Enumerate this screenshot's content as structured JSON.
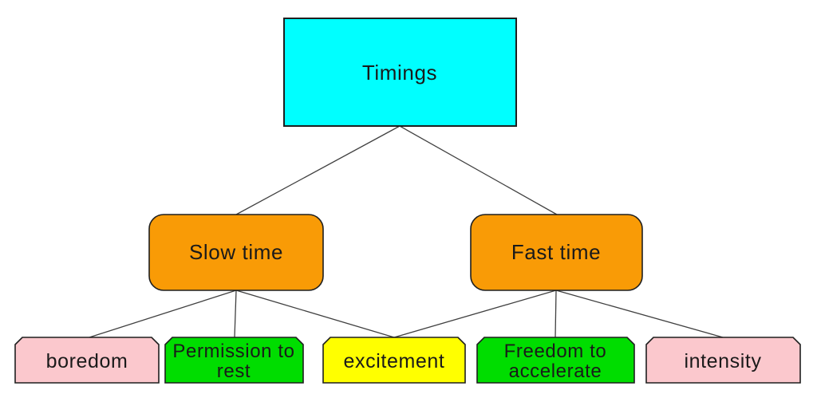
{
  "diagram": {
    "type": "hierarchy-tree",
    "title": "Timings",
    "connector_color": "#404040",
    "border_color": "#1f1f1f",
    "nodes": [
      {
        "id": "timings",
        "label": "Timings",
        "level": 1,
        "shape": "rectangle",
        "color": "#00FFFF"
      },
      {
        "id": "slow-time",
        "label": "Slow time",
        "level": 2,
        "shape": "rounded-rectangle",
        "color": "#F99B06"
      },
      {
        "id": "fast-time",
        "label": "Fast time",
        "level": 2,
        "shape": "rounded-rectangle",
        "color": "#F99B06"
      },
      {
        "id": "boredom",
        "label": "boredom",
        "level": 3,
        "shape": "snip-top-corners",
        "color": "#FBC8CD"
      },
      {
        "id": "permission-to-rest",
        "label": "Permission to rest",
        "lines": [
          "Permission to",
          "rest"
        ],
        "level": 3,
        "shape": "snip-top-corners",
        "color": "#00DD00"
      },
      {
        "id": "excitement",
        "label": "excitement",
        "level": 3,
        "shape": "snip-top-corners",
        "color": "#FFFF00"
      },
      {
        "id": "freedom-to-accelerate",
        "label": "Freedom to accelerate",
        "lines": [
          "Freedom to",
          "accelerate"
        ],
        "level": 3,
        "shape": "snip-top-corners",
        "color": "#00DD00"
      },
      {
        "id": "intensity",
        "label": "intensity",
        "level": 3,
        "shape": "snip-top-corners",
        "color": "#FBC8CD"
      }
    ],
    "edges": [
      {
        "from": "Timings",
        "to": "Slow time"
      },
      {
        "from": "Timings",
        "to": "Fast time"
      },
      {
        "from": "Slow time",
        "to": "boredom"
      },
      {
        "from": "Slow time",
        "to": "Permission to rest"
      },
      {
        "from": "Slow time",
        "to": "excitement"
      },
      {
        "from": "Fast time",
        "to": "excitement"
      },
      {
        "from": "Fast time",
        "to": "Freedom to accelerate"
      },
      {
        "from": "Fast time",
        "to": "intensity"
      }
    ]
  }
}
